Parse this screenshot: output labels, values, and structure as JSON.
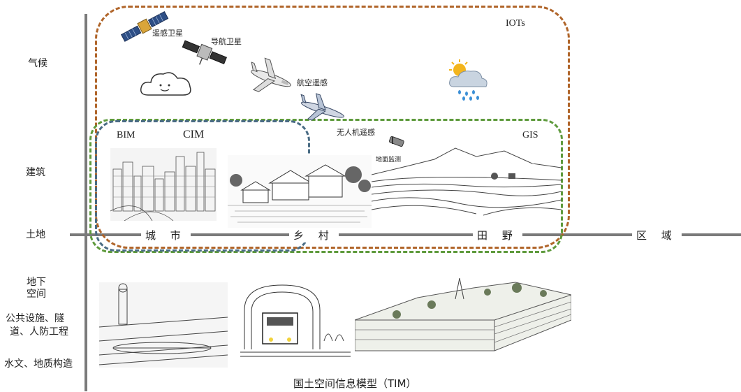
{
  "left_labels": {
    "climate": "气候",
    "building": "建筑",
    "land": "土地",
    "underground": [
      "地下",
      "空间"
    ],
    "public": [
      "公共设施、隧",
      "道、人防工程"
    ],
    "hydro": "水文、地质构造"
  },
  "axis_labels": {
    "city": "城 市",
    "village": "乡 村",
    "field": "田 野",
    "region": "区 域"
  },
  "scope_labels": {
    "iots": "IOTs",
    "bim": "BIM",
    "cim": "CIM",
    "gis": "GIS"
  },
  "sensing_labels": {
    "remote_satellite": "遥感卫星",
    "nav_satellite": "导航卫星",
    "aerial": "航空遥感",
    "uav": "无人机遥感",
    "ground": "地面监测"
  },
  "caption": "国土空间信息模型（TIM）",
  "colors": {
    "orange_boundary": "#b0652a",
    "green_boundary": "#5e9a3c",
    "blue_boundary": "#4a6c84",
    "axis": "#7a7a7a"
  }
}
